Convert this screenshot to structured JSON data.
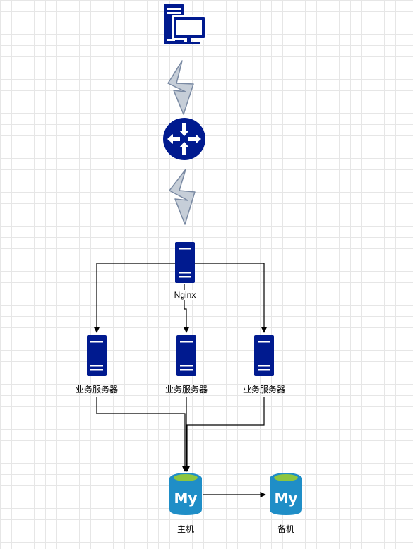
{
  "colors": {
    "navy": "#001a8f",
    "navy_dark": "#00126b",
    "lightning_fill": "#c6ced8",
    "lightning_stroke": "#7a8aa3",
    "mysql_body": "#1f8ec7",
    "mysql_top": "#8dc63f",
    "connector": "#000000"
  },
  "nodes": {
    "client": {
      "icon": "computer-icon"
    },
    "router": {
      "icon": "router-icon"
    },
    "nginx": {
      "icon": "server-icon",
      "label": "Nginx"
    },
    "app_servers": [
      {
        "icon": "server-icon",
        "label": "业务服务器"
      },
      {
        "icon": "server-icon",
        "label": "业务服务器"
      },
      {
        "icon": "server-icon",
        "label": "业务服务器"
      }
    ],
    "db_primary": {
      "icon": "mysql-icon",
      "label": "主机",
      "logo_text": "My"
    },
    "db_backup": {
      "icon": "mysql-icon",
      "label": "备机",
      "logo_text": "My"
    }
  },
  "links": {
    "wan": {
      "icon": "lightning-icon"
    }
  }
}
